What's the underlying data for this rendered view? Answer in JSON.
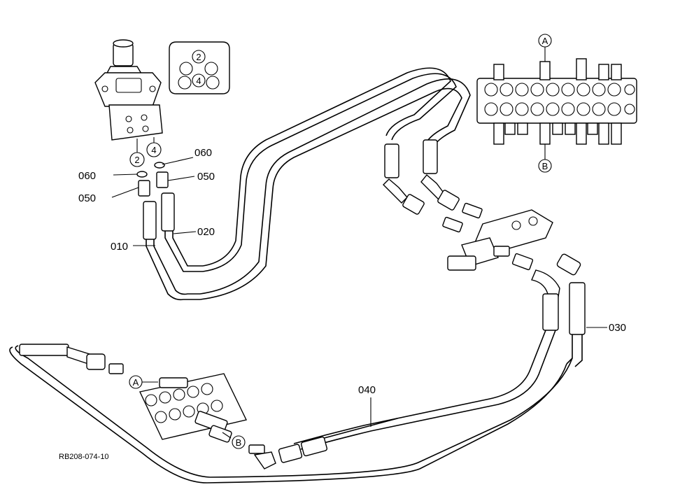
{
  "labels": {
    "p060a": "060",
    "p060b": "060",
    "p050a": "050",
    "p050b": "050",
    "p010": "010",
    "p020": "020",
    "p030": "030",
    "p040": "040"
  },
  "markers": {
    "port2": "2",
    "port4": "4",
    "inset2": "2",
    "inset4": "4",
    "valveA": "A",
    "valveB": "B",
    "lowerA": "A",
    "lowerB": "B"
  },
  "drawing_code": "RB208-074-10"
}
